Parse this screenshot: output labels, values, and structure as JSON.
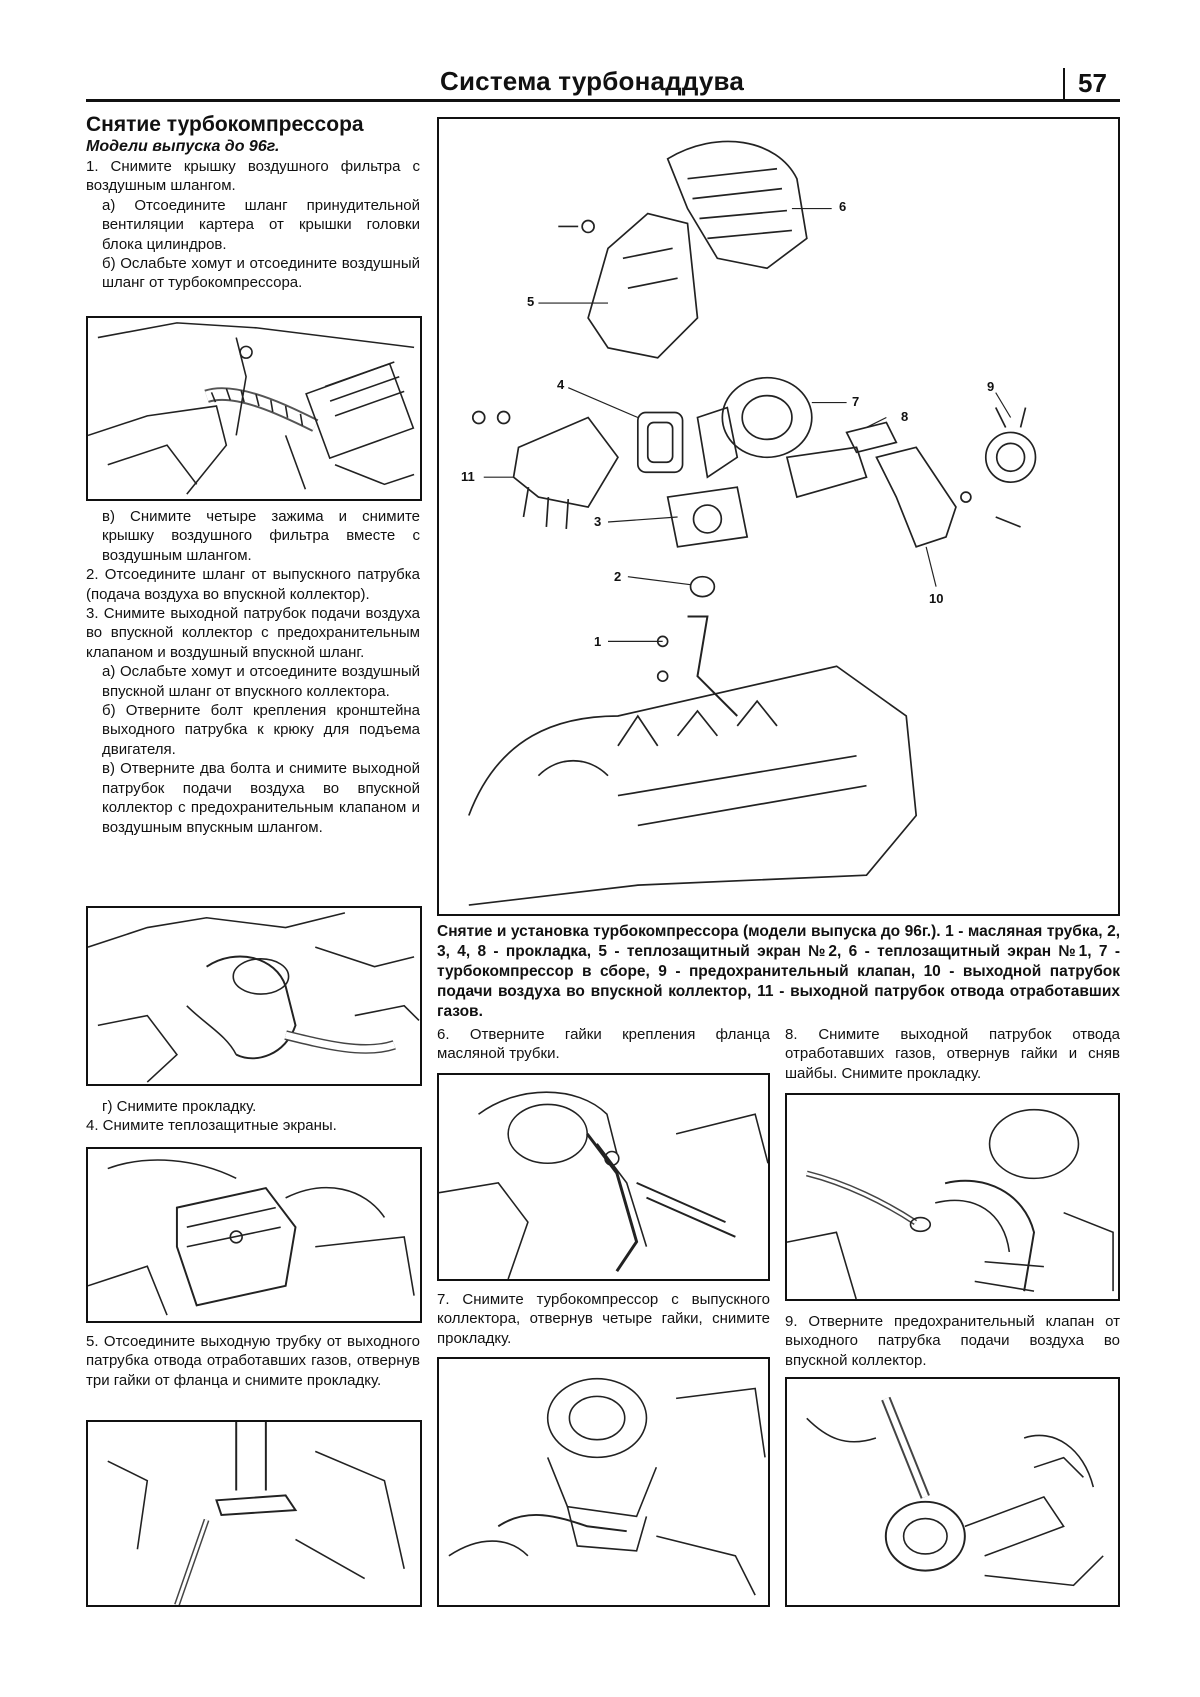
{
  "header": {
    "title": "Система турбонаддува",
    "page_number": "57"
  },
  "section": {
    "title": "Снятие турбокомпрессора",
    "subtitle": "Модели выпуска до 96г."
  },
  "left_col": {
    "step1": "1. Снимите крышку воздушного фильтра с воздушным шлангом.",
    "step1a": "а) Отсоедините шланг принудительной вентиляции картера от крышки головки блока цилиндров.",
    "step1b": "б) Ослабьте хомут и отсоедините воздушный шланг от турбокомпрессора.",
    "step1c": "в) Снимите четыре зажима и снимите крышку воздушного фильтра вместе с воздушным шлангом.",
    "step2": "2. Отсоедините шланг от выпускного патрубка (подача воздуха во впускной коллектор).",
    "step3": "3. Снимите выходной патрубок подачи воздуха во впускной коллектор с предохранительным клапаном и воздушный впускной шланг.",
    "step3a": "а) Ослабьте хомут и отсоедините воздушный впускной шланг от впускного коллектора.",
    "step3b": "б) Отверните болт крепления кронштейна выходного патрубка к крюку для подъема двигателя.",
    "step3c": "в) Отверните два болта и снимите выходной патрубок подачи воздуха во впускной коллектор с предохранительным клапаном и воздушным впускным шлангом.",
    "step3d": "г) Снимите прокладку.",
    "step4": "4. Снимите теплозащитные экраны.",
    "step5": "5. Отсоедините выходную трубку от выходного патрубка отвода отработавших газов, отвернув три гайки от фланца и снимите прокладку."
  },
  "main_figure": {
    "caption": "Снятие и установка турбокомпрессора (модели выпуска до 96г.). 1 - масляная трубка, 2, 3, 4, 8 - прокладка, 5 - теплозащитный экран №2, 6 - теплозащитный экран №1, 7 - турбокомпрессор в сборе, 9 - предохранительный клапан, 10 - выходной патрубок подачи воздуха во впускной коллектор, 11 - выходной патрубок отвода отработавших газов.",
    "callouts": [
      "1",
      "2",
      "3",
      "4",
      "5",
      "6",
      "7",
      "8",
      "9",
      "10",
      "11"
    ]
  },
  "middle_col": {
    "step6": "6. Отверните гайки крепления фланца масляной трубки.",
    "step7": "7. Снимите турбокомпрессор с выпускного коллектора, отвернув четыре гайки, снимите прокладку."
  },
  "right_col": {
    "step8": "8. Снимите выходной патрубок отвода отработавших газов, отвернув гайки и сняв шайбы. Снимите прокладку.",
    "step9": "9. Отверните предохранительный клапан от выходного патрубка подачи воздуха во впускной коллектор."
  }
}
